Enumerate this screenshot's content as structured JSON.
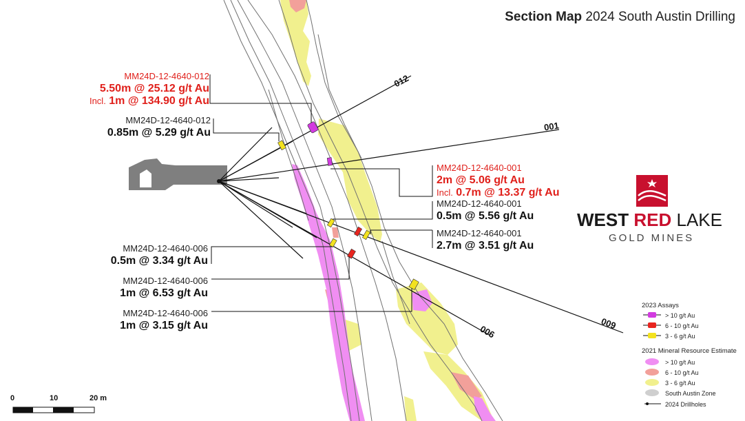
{
  "title": {
    "bold": "Section Map",
    "rest": "2024 South Austin Drilling"
  },
  "intercepts": [
    {
      "id": "mm012-upper",
      "hole": "MM24D-12-4640-012",
      "value": "5.50m @ 25.12 g/t Au",
      "incl_prefix": "Incl.",
      "incl_value": "1m @ 134.90 g/t Au",
      "color": "#e0201b"
    },
    {
      "id": "mm012-lower",
      "hole": "MM24D-12-4640-012",
      "value": "0.85m @ 5.29 g/t Au",
      "color": "#111111"
    },
    {
      "id": "mm001-a",
      "hole": "MM24D-12-4640-001",
      "value": "2m @ 5.06 g/t Au",
      "incl_prefix": "Incl.",
      "incl_value": "0.7m @ 13.37 g/t Au",
      "color": "#e0201b"
    },
    {
      "id": "mm001-b",
      "hole": "MM24D-12-4640-001",
      "value": "0.5m @ 5.56 g/t Au",
      "color": "#111111"
    },
    {
      "id": "mm001-c",
      "hole": "MM24D-12-4640-001",
      "value": "2.7m @ 3.51 g/t Au",
      "color": "#111111"
    },
    {
      "id": "mm006-a",
      "hole": "MM24D-12-4640-006",
      "value": "0.5m @ 3.34 g/t Au",
      "color": "#111111"
    },
    {
      "id": "mm006-b",
      "hole": "MM24D-12-4640-006",
      "value": "1m @ 6.53 g/t Au",
      "color": "#111111"
    },
    {
      "id": "mm006-c",
      "hole": "MM24D-12-4640-006",
      "value": "1m @ 3.15 g/t Au",
      "color": "#111111"
    }
  ],
  "drillhole_labels": [
    "012",
    "001",
    "006",
    "009"
  ],
  "logo": {
    "word1": "WEST",
    "word2": "RED",
    "word3": "LAKE",
    "sub": "GOLD MINES",
    "color": "#c8102e"
  },
  "legend": {
    "assays_title": "2023 Assays",
    "assays": [
      {
        "label": "> 10 g/t Au",
        "color": "#d23be0"
      },
      {
        "label": "6 - 10 g/t Au",
        "color": "#e8251f"
      },
      {
        "label": "3 - 6 g/t Au",
        "color": "#f3e21f"
      }
    ],
    "resource_title": "2021 Mineral Resource Estimate",
    "resource": [
      {
        "label": "> 10 g/t Au",
        "color": "#f08ef2"
      },
      {
        "label": "6 - 10 g/t Au",
        "color": "#f2a09a"
      },
      {
        "label": "3 - 6 g/t Au",
        "color": "#f1f08e"
      },
      {
        "label": "South Austin Zone",
        "color": "#cfcfcf"
      },
      {
        "label": "2024 Drillholes",
        "color": "#111111"
      }
    ]
  },
  "scale": {
    "labels": [
      "0",
      "10",
      "20 m"
    ]
  },
  "colors": {
    "high_grade_resource": "#f08ef2",
    "mid_grade_resource": "#f2a09a",
    "low_grade_resource": "#f1f08e",
    "workings": "#7f7f7f"
  }
}
